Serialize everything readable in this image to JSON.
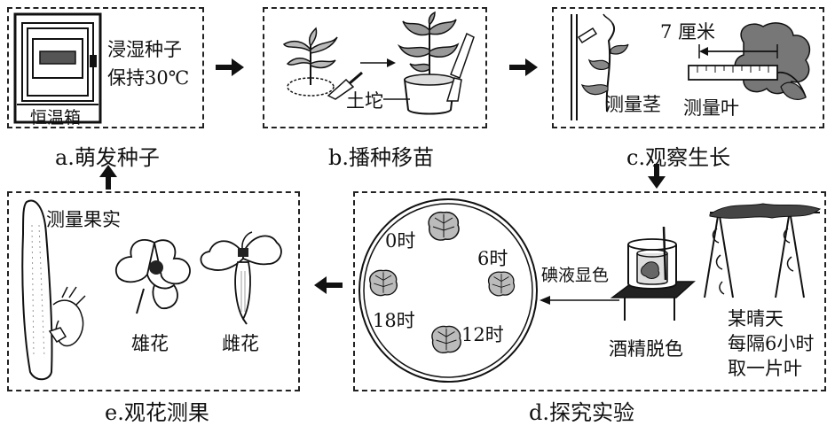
{
  "panels": {
    "a": {
      "caption": "a.萌发种子",
      "line1": "浸湿种子",
      "line2": "保持30℃",
      "box_label": "恒温箱"
    },
    "b": {
      "caption": "b.播种移苗",
      "soil_label": "土坨"
    },
    "c": {
      "caption": "c.观察生长",
      "length_label": "7 厘米",
      "stem_label": "测量茎",
      "leaf_label": "测量叶"
    },
    "d": {
      "caption": "d.探究实验",
      "times": [
        "0时",
        "6时",
        "12时",
        "18时"
      ],
      "iodine_label": "碘液显色",
      "alcohol_label": "酒精脱色",
      "note_line1": "某晴天",
      "note_line2": "每隔6小时",
      "note_line3": "取一片叶"
    },
    "e": {
      "caption": "e.观花测果",
      "fruit_label": "测量果实",
      "male_label": "雄花",
      "female_label": "雌花"
    }
  }
}
